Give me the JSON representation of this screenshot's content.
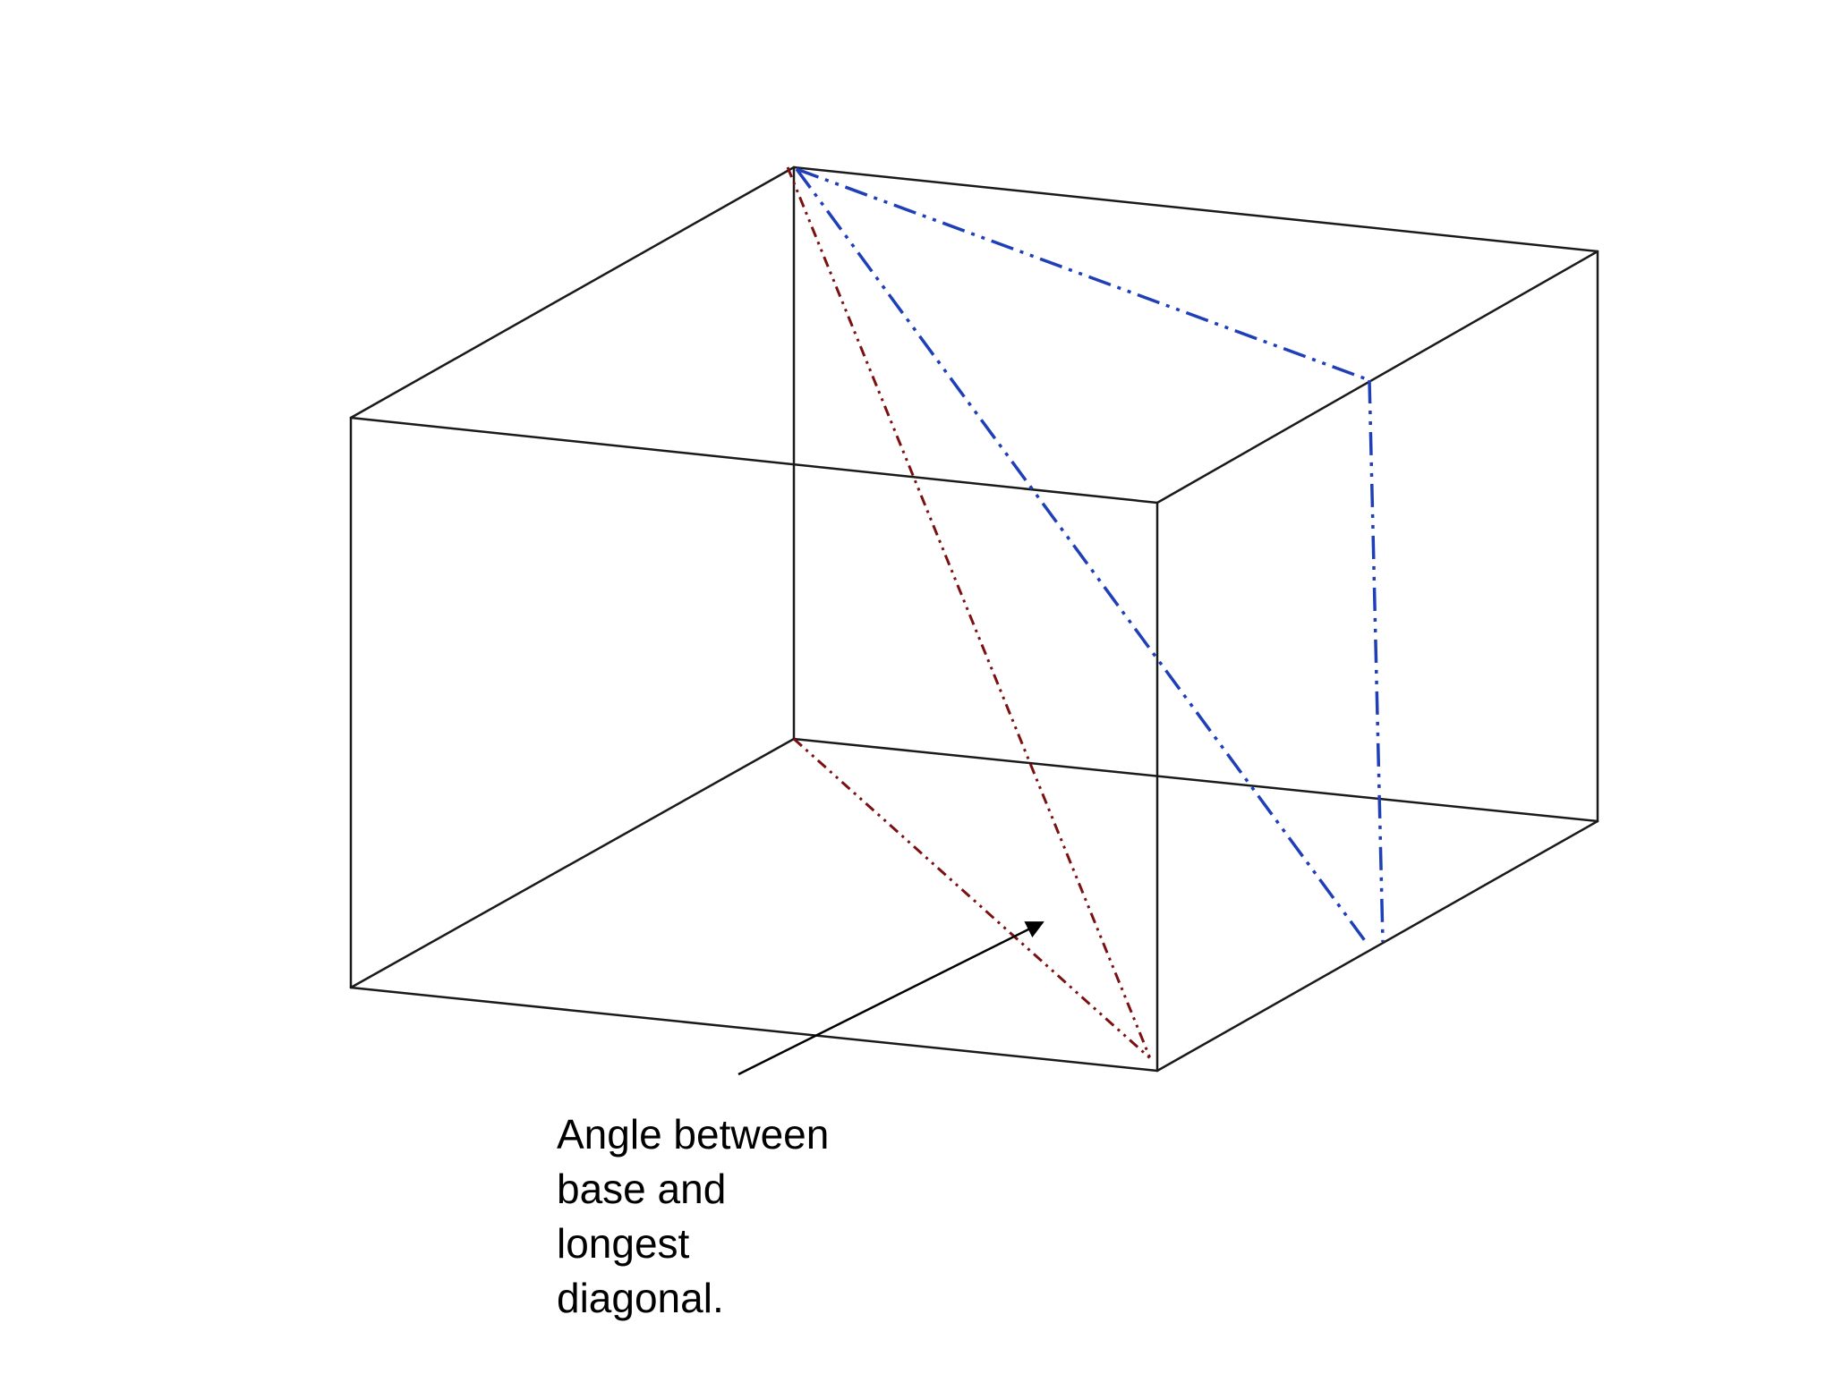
{
  "annotation": {
    "lines": [
      "Angle between",
      "base and",
      "longest",
      "diagonal."
    ]
  },
  "colors": {
    "edge": "#1a1a1a",
    "base_diagonal": "#7a1010",
    "face_diagonal": "#1f3fb8",
    "arrow": "#000000"
  }
}
